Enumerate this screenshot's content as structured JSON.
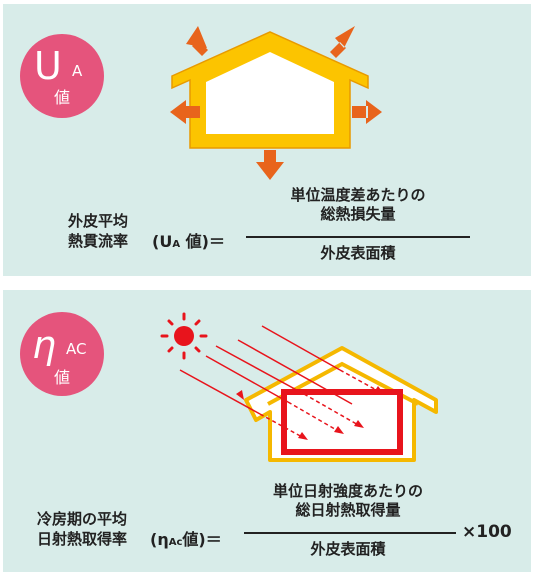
{
  "ua": {
    "badge": {
      "main": "U",
      "sub": "A",
      "kanji": "値"
    },
    "label_line1": "外皮平均",
    "label_line2": "熱貫流率",
    "symbol_open": "(U",
    "symbol_sub": "A",
    "symbol_close": " 値)＝",
    "numerator_line1": "単位温度差あたりの",
    "numerator_line2": "総熱損失量",
    "denominator": "外皮表面積"
  },
  "eta": {
    "badge": {
      "main": "η",
      "sub": "AC",
      "kanji": "値"
    },
    "label_line1": "冷房期の平均",
    "label_line2": "日射熱取得率",
    "symbol_open": "(η",
    "symbol_sub": "Ac",
    "symbol_close": "値)＝",
    "numerator_line1": "単位日射強度あたりの",
    "numerator_line2": "総日射熱取得量",
    "denominator": "外皮表面積",
    "multiplier": "×100"
  },
  "colors": {
    "panel": "#d8ece9",
    "badge": "#e5547c",
    "house_outline": "#f5b800",
    "heat_arrow": "#e8641c",
    "sun": "#e8141c",
    "ray": "#e8141c"
  }
}
